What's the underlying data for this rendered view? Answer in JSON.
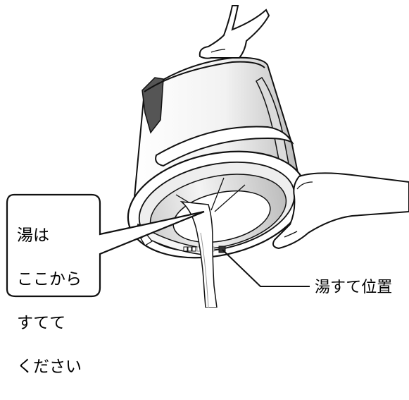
{
  "callout": {
    "lines": [
      "湯は",
      "ここから",
      "すてて",
      "ください"
    ]
  },
  "label": {
    "text": "湯すて位置"
  }
}
